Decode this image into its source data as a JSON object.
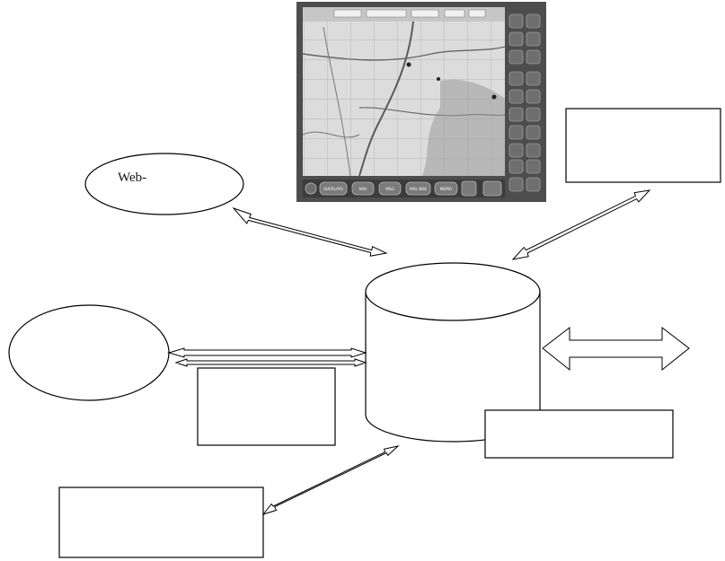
{
  "diagram": {
    "web_node_label": "Web-",
    "screen_buttons": [
      "OVERLAYS",
      "NAV",
      "MSG",
      "MAL BOX",
      "MEMO"
    ]
  }
}
